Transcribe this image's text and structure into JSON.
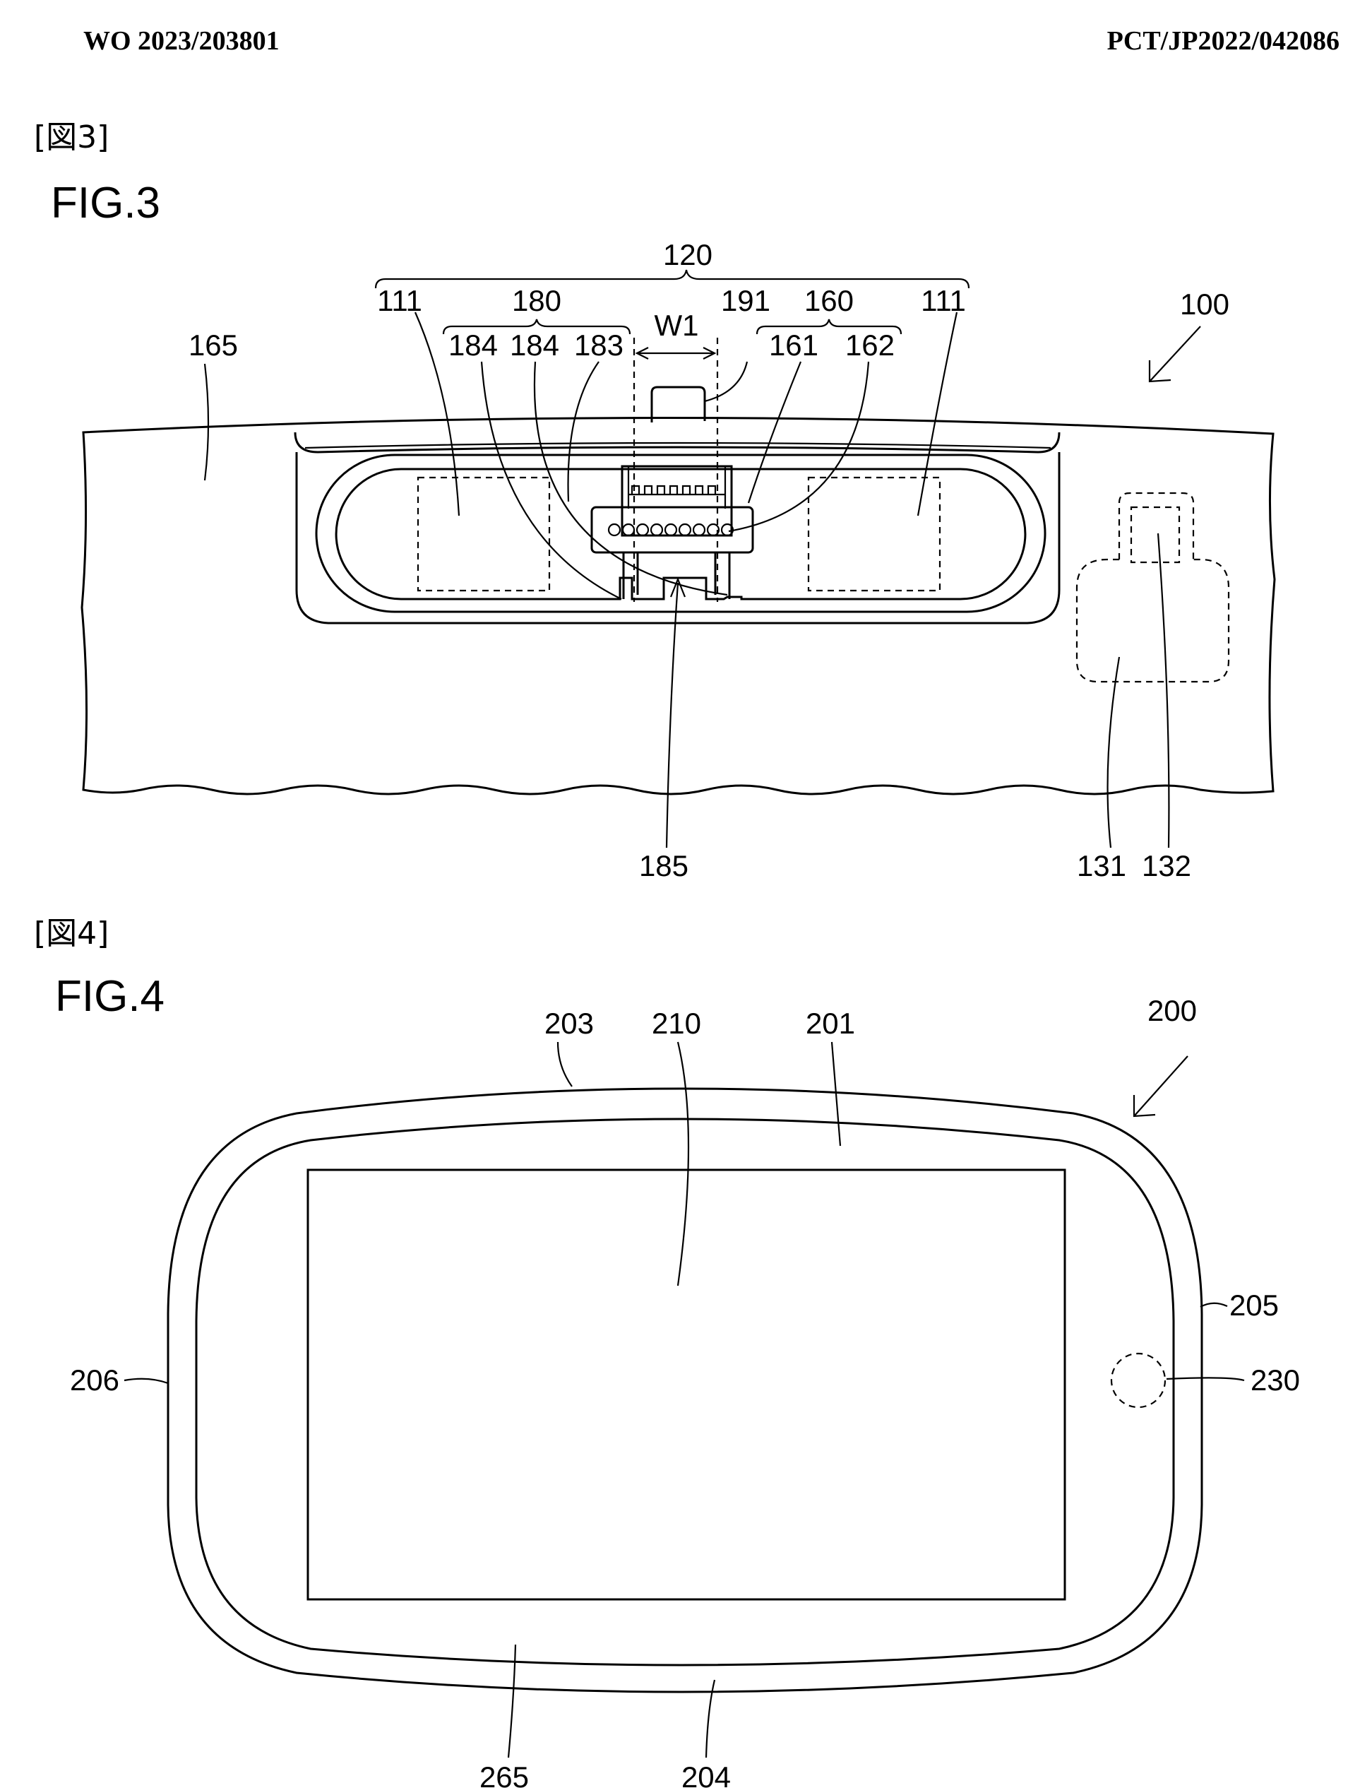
{
  "header": {
    "publication_number": "WO 2023/203801",
    "application_number": "PCT/JP2022/042086"
  },
  "figure3": {
    "jp_label": "[図3]",
    "title": "FIG.3",
    "labels": {
      "r120": "120",
      "r111_left": "111",
      "r180": "180",
      "r191": "191",
      "r160": "160",
      "r111_right": "111",
      "r100": "100",
      "r165": "165",
      "r184_a": "184",
      "r184_b": "184",
      "r183": "183",
      "w1": "W1",
      "r161": "161",
      "r162": "162",
      "r185": "185",
      "r131": "131",
      "r132": "132"
    }
  },
  "figure4": {
    "jp_label": "[図4]",
    "title": "FIG.4",
    "labels": {
      "r203": "203",
      "r210": "210",
      "r201": "201",
      "r200": "200",
      "r205": "205",
      "r206": "206",
      "r230": "230",
      "r265": "265",
      "r204": "204"
    }
  }
}
